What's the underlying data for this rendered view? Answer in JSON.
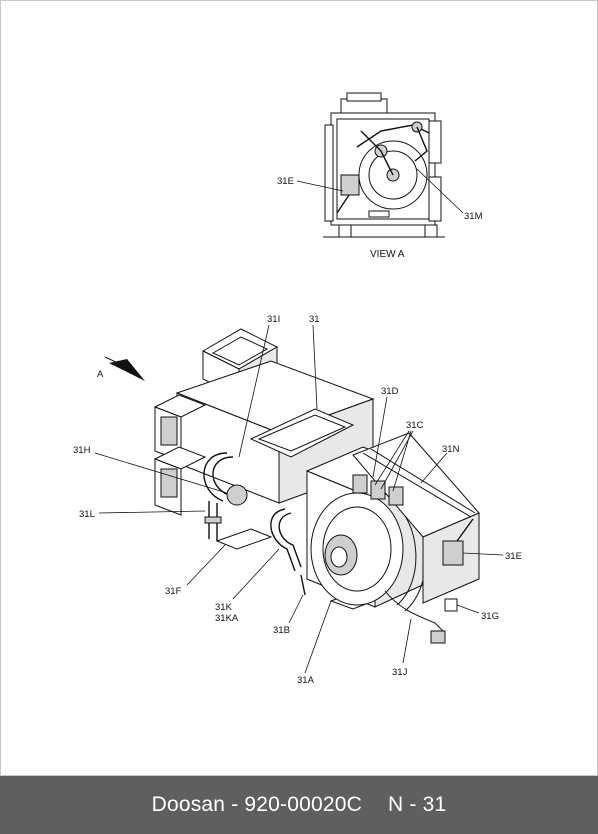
{
  "diagram": {
    "view_a": {
      "title": "VIEW  A",
      "labels": {
        "e": "31E",
        "m": "31M"
      }
    },
    "main": {
      "arrow_label": "A",
      "labels": {
        "i": "31I",
        "main": "31",
        "d": "31D",
        "c": "31C",
        "n": "31N",
        "h": "31H",
        "l": "31L",
        "e": "31E",
        "f": "31F",
        "k": "31K",
        "ka": "31KA",
        "b": "31B",
        "g": "31G",
        "j": "31J",
        "a": "31A"
      }
    }
  },
  "footer": {
    "brand": "Doosan - 920-00020C",
    "page": "N - 31"
  }
}
